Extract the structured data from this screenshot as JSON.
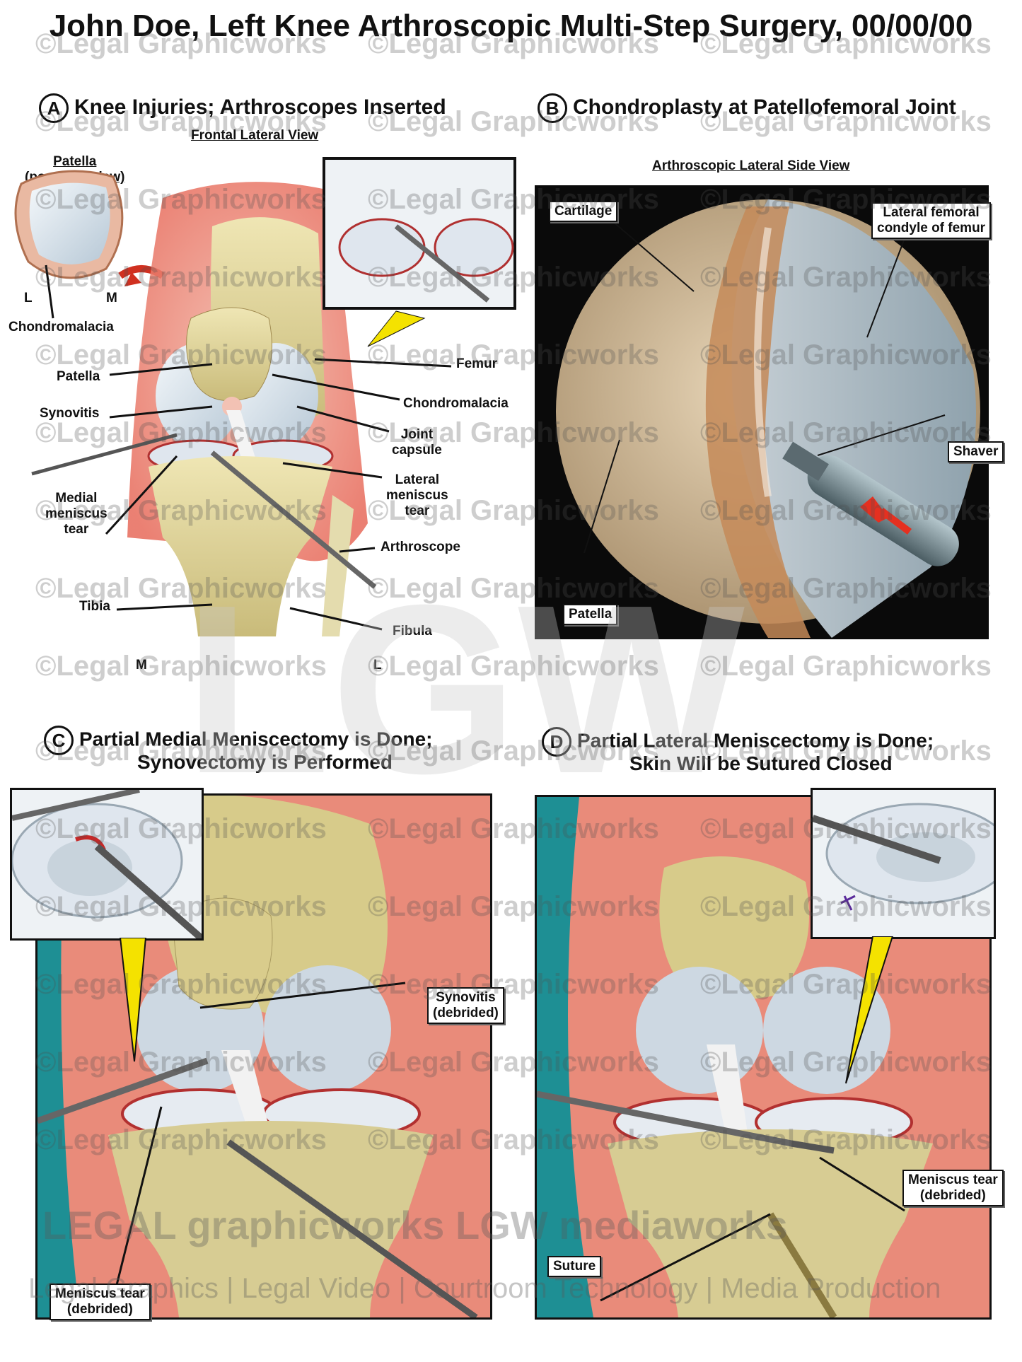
{
  "title": "John Doe, Left Knee Arthroscopic Multi-Step Surgery, 00/00/00",
  "watermark": "©Legal Graphicworks",
  "big_logo": "LGW",
  "panels": {
    "a": {
      "letter": "A",
      "heading": "Knee Injuries; Arthroscopes Inserted",
      "subheading": "Frontal Lateral View",
      "inset_title_1": "Patella",
      "inset_title_2": "(posterior view)",
      "side_l": "L",
      "side_m": "M",
      "labels": {
        "chondromalacia_inset": "Chondromalacia",
        "patella": "Patella",
        "synovitis": "Synovitis",
        "femur": "Femur",
        "chondromalacia": "Chondromalacia",
        "joint_capsule_1": "Joint",
        "joint_capsule_2": "capsule",
        "lateral_meniscus_1": "Lateral",
        "lateral_meniscus_2": "meniscus",
        "lateral_meniscus_3": "tear",
        "medial_meniscus_1": "Medial",
        "medial_meniscus_2": "meniscus",
        "medial_meniscus_3": "tear",
        "arthroscope": "Arthroscope",
        "tibia": "Tibia",
        "fibula": "Fibula",
        "bottom_m": "M",
        "bottom_l": "L"
      }
    },
    "b": {
      "letter": "B",
      "heading": "Chondroplasty at Patellofemoral Joint",
      "subheading": "Arthroscopic Lateral Side View",
      "labels": {
        "cartilage": "Cartilage",
        "lateral_condyle_1": "Lateral femoral",
        "lateral_condyle_2": "condyle of femur",
        "shaver": "Shaver",
        "patella": "Patella"
      }
    },
    "c": {
      "letter": "C",
      "heading_1": "Partial Medial Meniscectomy is Done;",
      "heading_2": "Synovectomy is Performed",
      "labels": {
        "synovitis_1": "Synovitis",
        "synovitis_2": "(debrided)",
        "meniscus_1": "Meniscus tear",
        "meniscus_2": "(debrided)"
      }
    },
    "d": {
      "letter": "D",
      "heading_1": "Partial Lateral Meniscectomy is Done;",
      "heading_2": "Skin Will be Sutured Closed",
      "labels": {
        "meniscus_1": "Meniscus tear",
        "meniscus_2": "(debrided)",
        "suture": "Suture"
      }
    }
  },
  "brand_line": "LEGAL graphicworks   LGW mediaworks",
  "footer": "Legal Graphics | Legal Video | Courtroom Technology | Media Production"
}
